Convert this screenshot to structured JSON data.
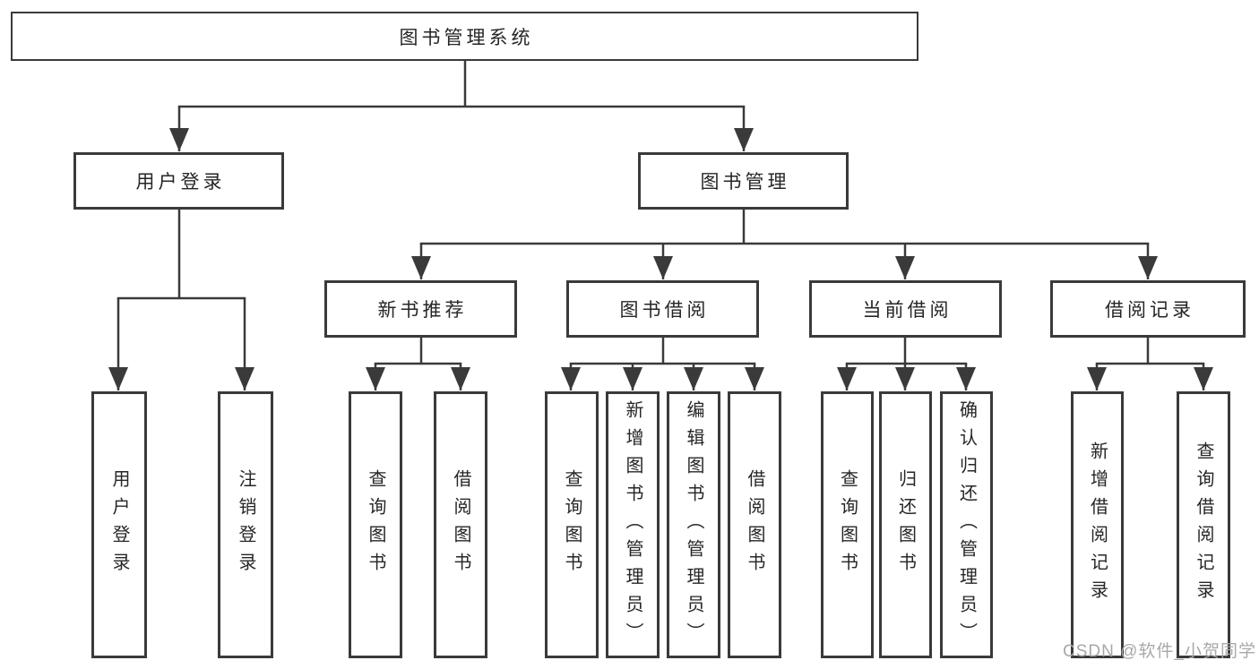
{
  "nodes": {
    "root": {
      "label": "图书管理系统"
    },
    "level1": [
      {
        "label": "用户登录"
      },
      {
        "label": "图书管理"
      }
    ],
    "level2": [
      {
        "label": "新书推荐",
        "parent": "图书管理"
      },
      {
        "label": "图书借阅",
        "parent": "图书管理"
      },
      {
        "label": "当前借阅",
        "parent": "图书管理"
      },
      {
        "label": "借阅记录",
        "parent": "图书管理"
      }
    ],
    "leaves": [
      {
        "label": "用户登录",
        "parent": "用户登录"
      },
      {
        "label": "注销登录",
        "parent": "用户登录"
      },
      {
        "label": "查询图书",
        "parent": "新书推荐"
      },
      {
        "label": "借阅图书",
        "parent": "新书推荐"
      },
      {
        "label": "查询图书",
        "parent": "图书借阅"
      },
      {
        "label": "新增图书（管理员）",
        "parent": "图书借阅"
      },
      {
        "label": "编辑图书（管理员）",
        "parent": "图书借阅"
      },
      {
        "label": "借阅图书",
        "parent": "图书借阅"
      },
      {
        "label": "查询图书",
        "parent": "当前借阅"
      },
      {
        "label": "归还图书",
        "parent": "当前借阅"
      },
      {
        "label": "确认归还（管理员）",
        "parent": "当前借阅"
      },
      {
        "label": "新增借阅记录",
        "parent": "借阅记录"
      },
      {
        "label": "查询借阅记录",
        "parent": "借阅记录"
      }
    ]
  },
  "watermark": "CSDN @软件_小贺同学",
  "colors": {
    "line": "#3a3a3a",
    "text": "#262626",
    "watermark": "#a8a8a8",
    "background": "#ffffff"
  }
}
